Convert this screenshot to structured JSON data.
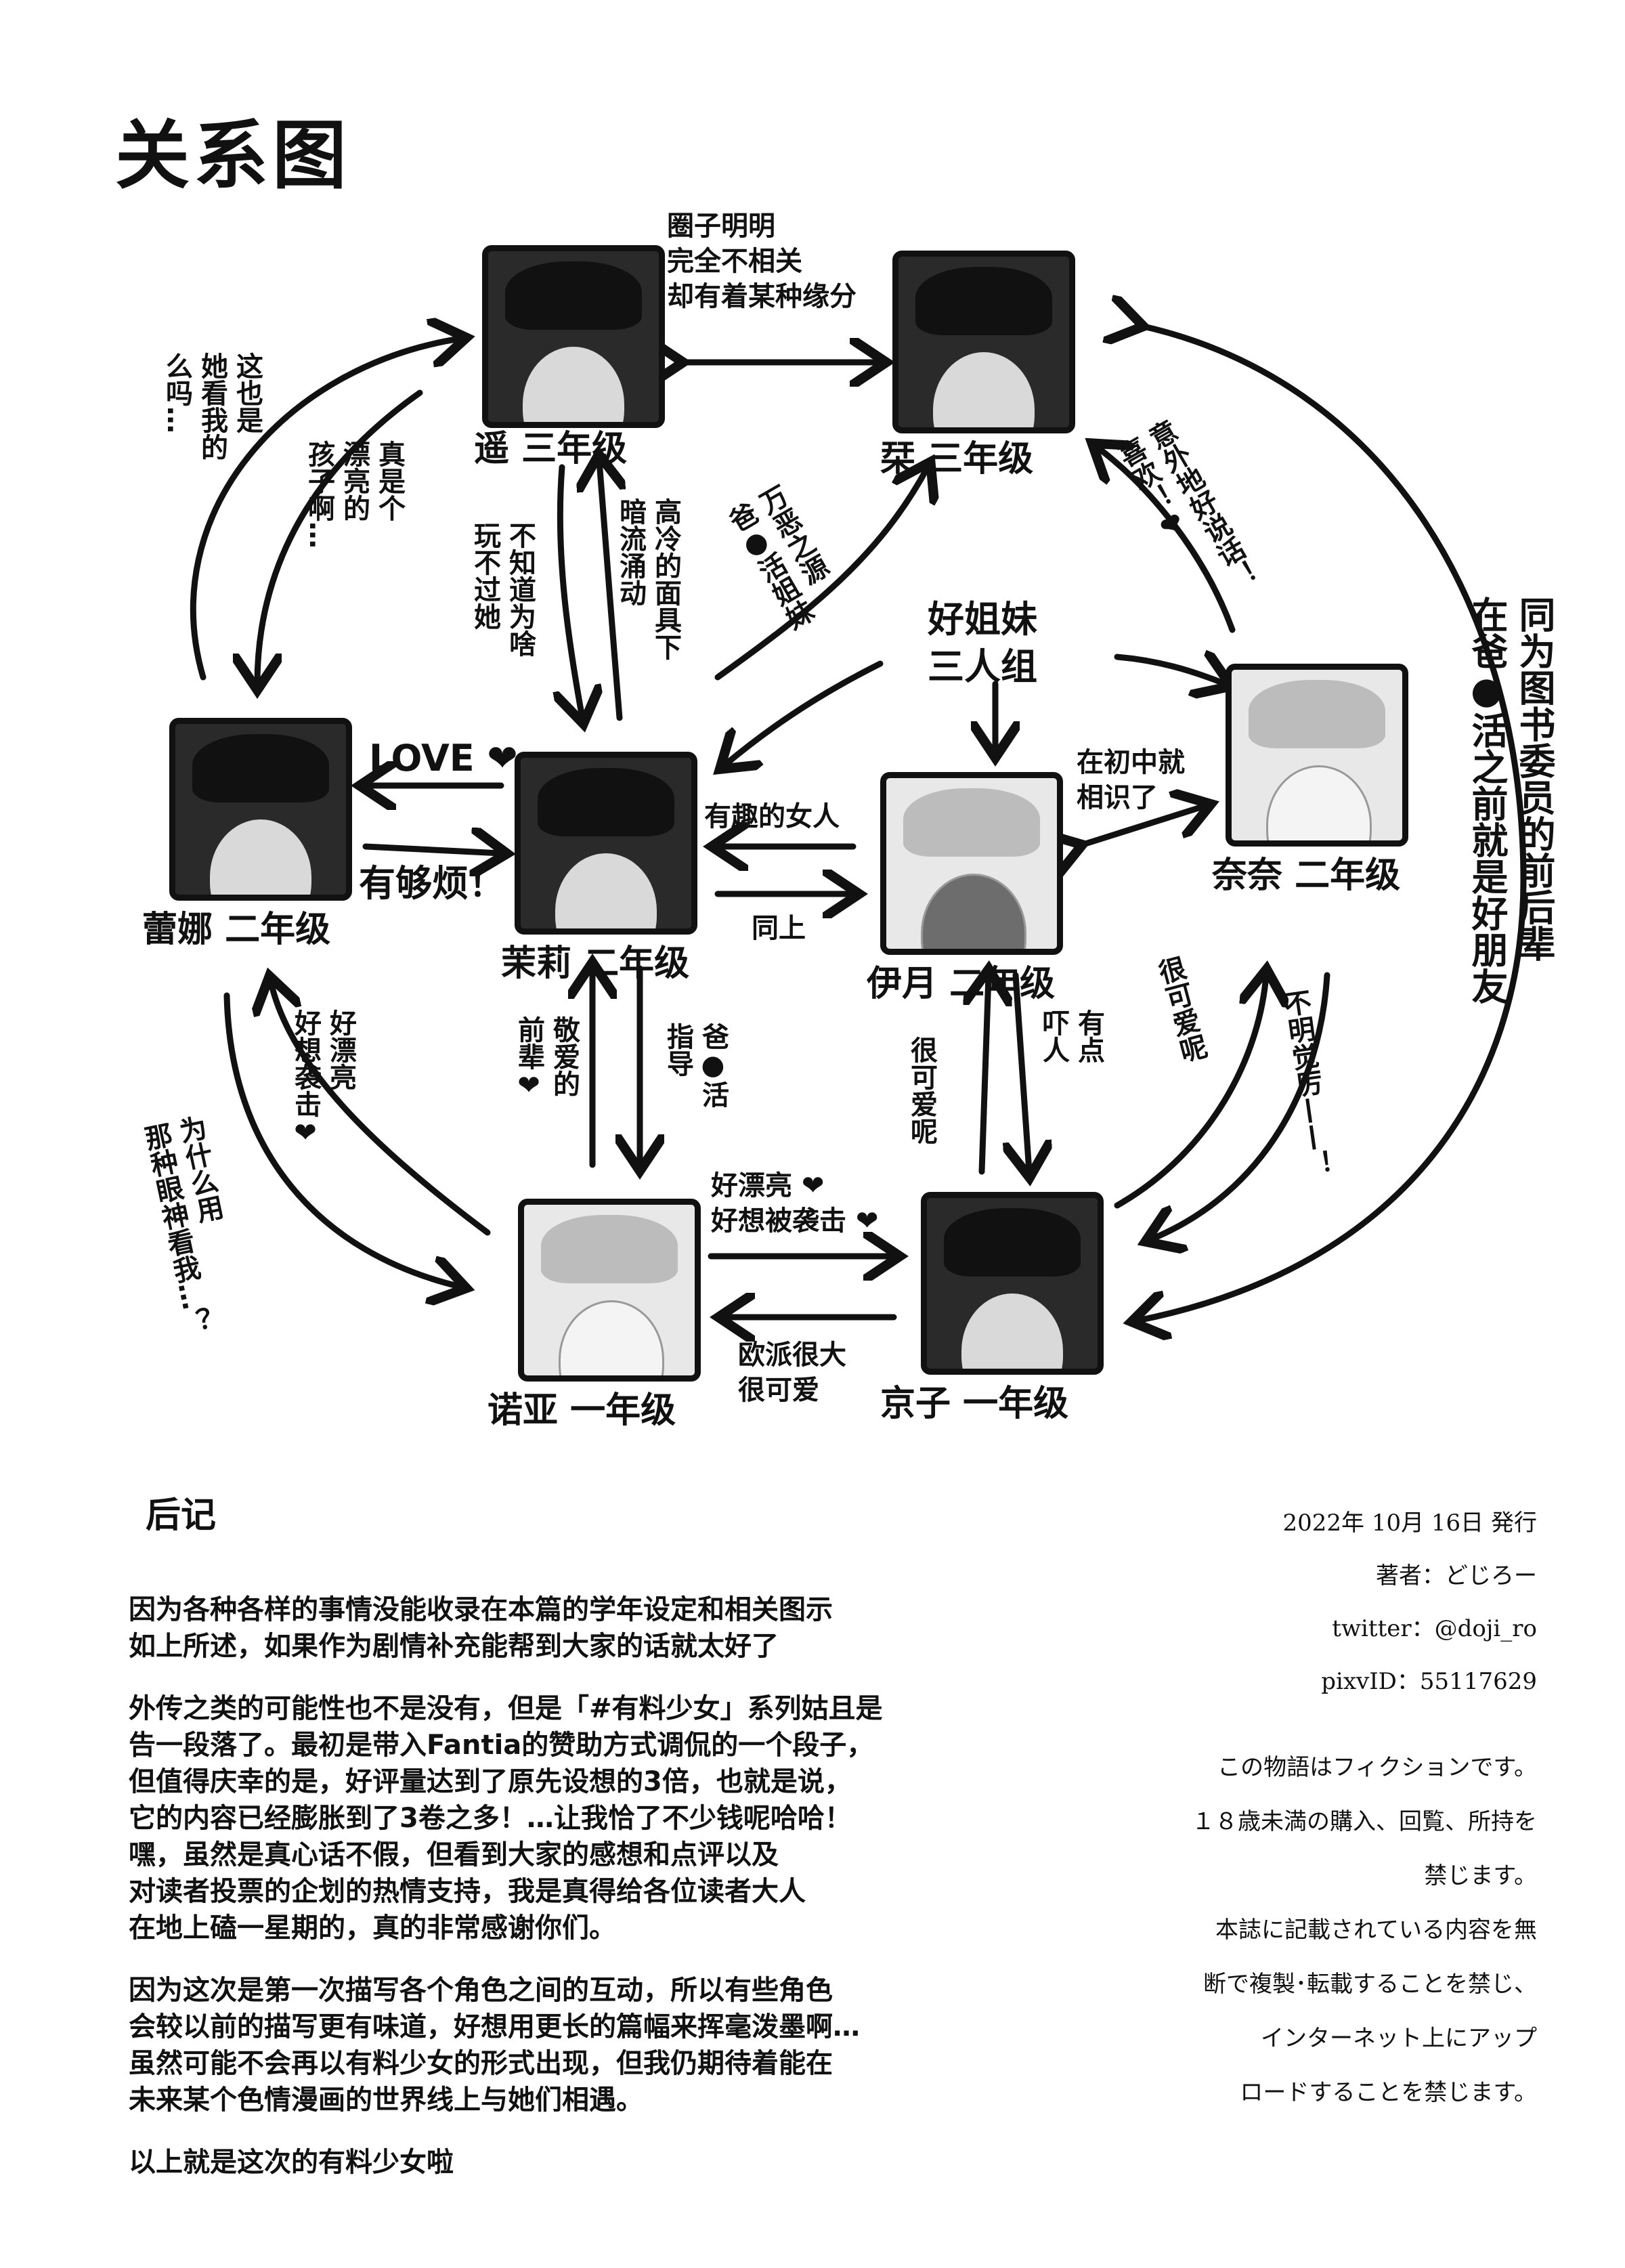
{
  "title": "关系图",
  "characters": {
    "haruka": "遥 三年级",
    "nana3": "栞 三年级",
    "reina": "蕾娜 二年级",
    "mari": "茉莉 二年级",
    "itsuki": "伊月 二年级",
    "nana": "奈奈 二年级",
    "noa": "诺亚 一年级",
    "kyoko": "京子 一年级"
  },
  "labels": {
    "circle_unrelated": "圈子明明\n完全不相关\n却有着某种缘分",
    "pretty_child": "真是个\n漂亮的\n孩子啊…",
    "she_notice": "这也是\n她看我的\n么吗…",
    "cant_beat": "不知道为啥\n玩不过她",
    "cold_mask": "高冷的面具下\n暗流涌动",
    "source": "万恶之源\n爸●活姐妹",
    "unexpected_like": "意外地好说话！\n喜欢！❤",
    "trio": "好姐妹\n三人组",
    "library": "同为图书委员的前后辈\n在爸●活之前就是好朋友",
    "love": "LOVE ❤",
    "annoying": "有够烦！",
    "interesting": "有趣的女人",
    "same": "同上",
    "middle_school": "在初中就\n相识了",
    "respect": "敬爱的\n前辈❤",
    "guide": "爸●活\n指导",
    "scary": "有点\n吓人",
    "cute1": "很可爱呢",
    "cute2": "很可爱呢",
    "unclear": "不明觉厉——！",
    "pretty_attack": "好漂亮\n好想袭击❤",
    "why_look": "为什么用\n那种眼神看我…？",
    "pretty_attacked": "好漂亮 ❤\n好想被袭击 ❤",
    "oppai": "欧派很大\n很可爱"
  },
  "afterword": {
    "heading": "后记",
    "paragraphs": [
      "因为各种各样的事情没能收录在本篇的学年设定和相关图示\n如上所述，如果作为剧情补充能帮到大家的话就太好了",
      "外传之类的可能性也不是没有，但是「#有料少女」系列姑且是\n告一段落了。最初是带入Fantia的赞助方式调侃的一个段子，\n但值得庆幸的是，好评量达到了原先设想的3倍，也就是说，\n它的内容已经膨胀到了3卷之多！…让我恰了不少钱呢哈哈！\n嘿，虽然是真心话不假，但看到大家的感想和点评以及\n对读者投票的企划的热情支持，我是真得给各位读者大人\n在地上磕一星期的，真的非常感谢你们。",
      "因为这次是第一次描写各个角色之间的互动，所以有些角色\n会较以前的描写更有味道，好想用更长的篇幅来挥毫泼墨啊…\n虽然可能不会再以有料少女的形式出现，但我仍期待着能在\n未来某个色情漫画的世界线上与她们相遇。",
      "以上就是这次的有料少女啦"
    ]
  },
  "colophon": {
    "date": "2022年 10月 16日 発行",
    "author": "著者：どじろー",
    "twitter": "twitter：@doji_ro",
    "pixiv": "pixvID：55117629"
  },
  "notice": "この物語はフィクションです。\n１８歳未満の購入、回覧、所持を\n禁じます。\n本誌に記載されている内容を無\n断で複製･転載することを禁じ、\nインターネット上にアップ\nロードすることを禁じます。"
}
